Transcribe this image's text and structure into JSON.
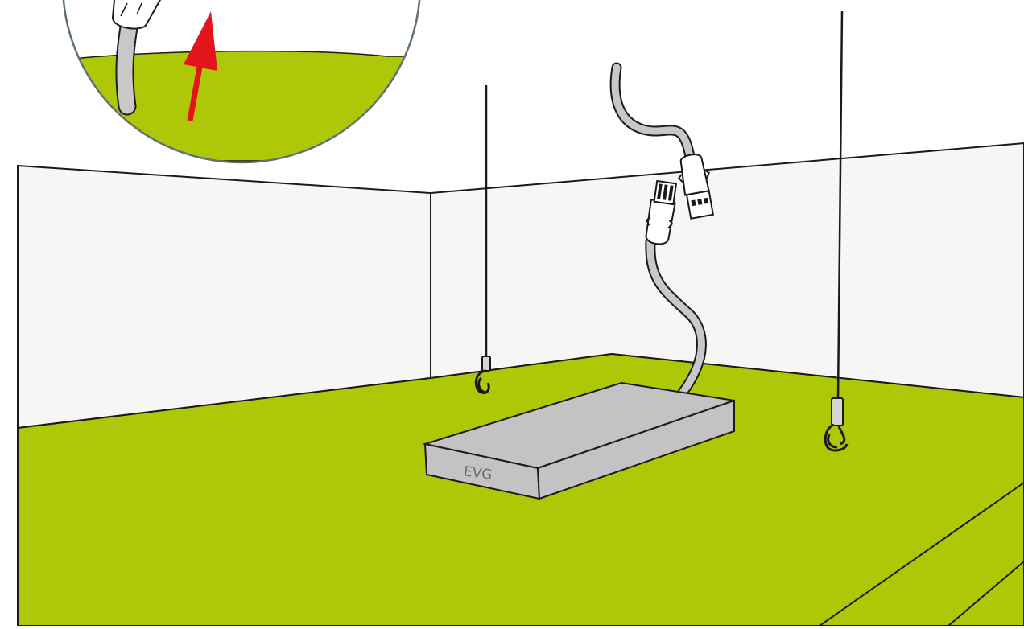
{
  "illustration": {
    "device_label": "EVG",
    "colors": {
      "panel_green": "#aec808",
      "wall_white": "#f6f6f5",
      "device_gray": "#c3c3c3",
      "cable_gray": "#c8c8c8",
      "outline": "#1a1a1a",
      "arrow_red": "#e3141b",
      "inset_border": "#5f7178"
    },
    "icons": [
      "detail-inset-circle",
      "upward-arrow-icon",
      "suspension-wire",
      "connector-plug",
      "ballast-box"
    ]
  }
}
